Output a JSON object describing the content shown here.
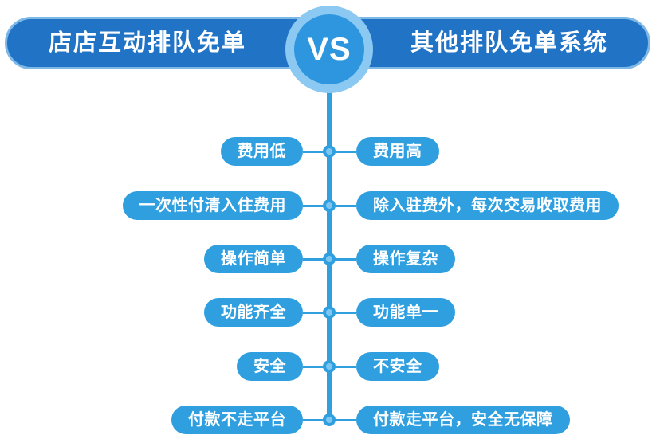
{
  "header": {
    "left_title": "店店互动排队免单",
    "vs_label": "VS",
    "right_title": "其他排队免单系统"
  },
  "comparison_rows": [
    {
      "left": "费用低",
      "right": "费用高"
    },
    {
      "left": "一次性付清入住费用",
      "right": "除入驻费外，每次交易收取费用"
    },
    {
      "left": "操作简单",
      "right": "操作复杂"
    },
    {
      "left": "功能齐全",
      "right": "功能单一"
    },
    {
      "left": "安全",
      "right": "不安全"
    },
    {
      "left": "付款不走平台",
      "right": "付款走平台，安全无保障"
    }
  ],
  "colors": {
    "header_bar": "#2173c6",
    "header_border": "#7db8e6",
    "pill_blue": "#2f9fe0",
    "vs_ring": "#8cc9f2",
    "vs_fill": "#2e96df",
    "dot_inner": "#7ec6f0",
    "text": "#ffffff",
    "background": "#ffffff"
  }
}
